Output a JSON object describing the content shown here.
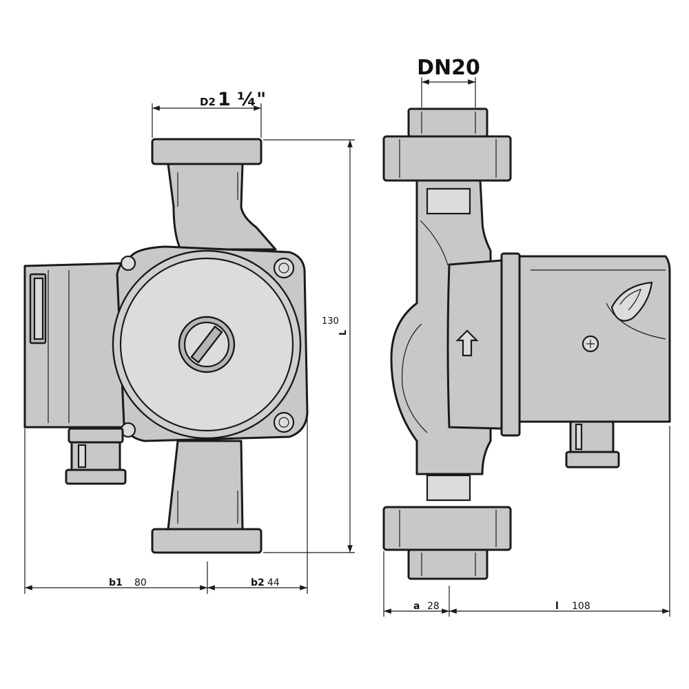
{
  "labels": {
    "dn": "DN20",
    "d2_prefix": "D2",
    "d2_value": "1 ¼\"",
    "height_value": "130",
    "height_letter": "L",
    "b1_letter": "b1",
    "b1_value": "80",
    "b2_letter": "b2",
    "b2_value": "44",
    "a_letter": "a",
    "a_value": "28",
    "l_letter": "l",
    "l_value": "108"
  },
  "colors": {
    "line": "#1a1a1a",
    "fill": "#c8c8c8",
    "background": "#ffffff"
  }
}
